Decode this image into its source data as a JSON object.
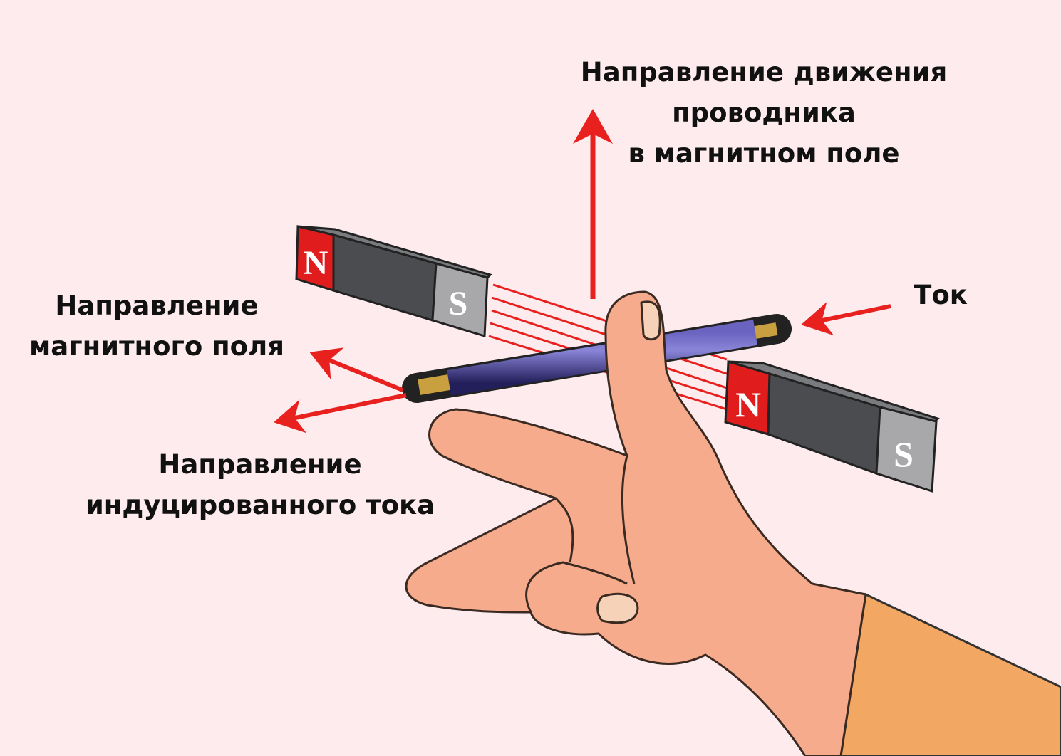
{
  "labels": {
    "motion": [
      "Направление движения",
      "проводника",
      "в магнитном поле"
    ],
    "current": "Ток",
    "field": [
      "Направление",
      "магнитного поля"
    ],
    "induced": [
      "Направление",
      "индуцированного тока"
    ]
  },
  "magnets": [
    {
      "north": "N",
      "south": "S"
    },
    {
      "north": "N",
      "south": "S"
    }
  ],
  "colors": {
    "background": "#fdebee",
    "arrow": "#e8201e",
    "skin": "#f5ab8c",
    "rod": "#3a3580",
    "sleeve": "#f2a862",
    "magnet_north": "#e01c1c",
    "magnet_body": "#4a4c4f",
    "magnet_south": "#a8a8ab"
  }
}
